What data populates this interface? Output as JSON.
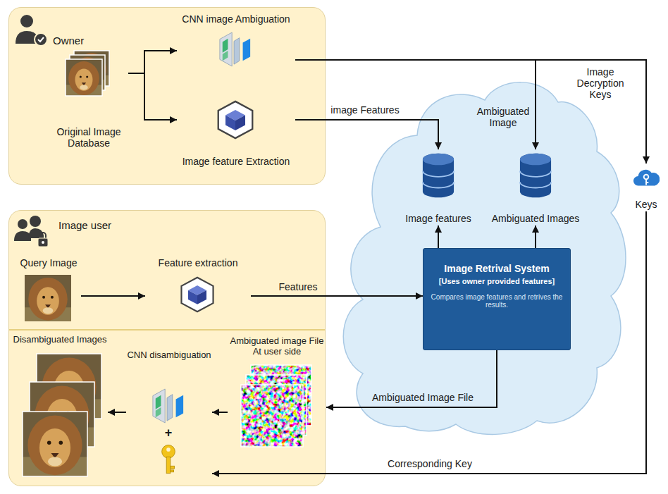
{
  "diagram": {
    "nodes": [
      {
        "text": [
          "Owner"
        ]
      },
      {
        "text": [
          "Original Image Database"
        ],
        "in": 0
      },
      {
        "text": [
          "CNN image Ambiguation"
        ],
        "in": 0
      },
      {
        "text": [
          "Image feature Extraction"
        ],
        "in": 0
      },
      {
        "text": [
          "Image features"
        ]
      },
      {
        "text": [
          "Ambiguated Images"
        ]
      },
      {
        "text": [
          "Image Retrival System",
          "[Uses owner provided features]",
          "Compares image features and retrives the results."
        ]
      },
      {
        "text": [
          "Keys"
        ]
      },
      {
        "text": [
          "Image user"
        ]
      },
      {
        "text": [
          "Query Image"
        ],
        "in": 8
      },
      {
        "text": [
          "Feature extraction"
        ],
        "in": 8
      },
      {
        "text": [
          "Disambiguated Images"
        ],
        "in": 8
      },
      {
        "text": [
          "CNN disambiguation"
        ],
        "in": 8
      },
      {
        "text": [
          "Ambiguated image File At user side"
        ],
        "in": 8
      }
    ],
    "edges": [
      {
        "from": 1,
        "to": 2,
        "arrow": "to"
      },
      {
        "from": 1,
        "to": 3,
        "arrow": "to"
      },
      {
        "from": 2,
        "to": 5,
        "label": "Ambiguated Image",
        "arrow": "to"
      },
      {
        "from": 2,
        "to": 7,
        "label": "Image Decryption Keys",
        "arrow": "to"
      },
      {
        "from": 3,
        "to": 4,
        "label": "image Features",
        "arrow": "to"
      },
      {
        "from": 9,
        "to": 10,
        "arrow": "to"
      },
      {
        "from": 10,
        "to": 6,
        "label": "Features",
        "arrow": "to"
      },
      {
        "from": 6,
        "to": 4,
        "arrow": "to"
      },
      {
        "from": 6,
        "to": 5,
        "arrow": "to"
      },
      {
        "from": 6,
        "to": 13,
        "label": "Ambiguated Image File",
        "arrow": "to"
      },
      {
        "from": 13,
        "to": 12,
        "arrow": "to"
      },
      {
        "from": 12,
        "to": 11,
        "arrow": "to"
      },
      {
        "from": 7,
        "to": 12,
        "label": "Corresponding Key",
        "arrow": "to"
      }
    ],
    "labels": [
      "+"
    ]
  }
}
